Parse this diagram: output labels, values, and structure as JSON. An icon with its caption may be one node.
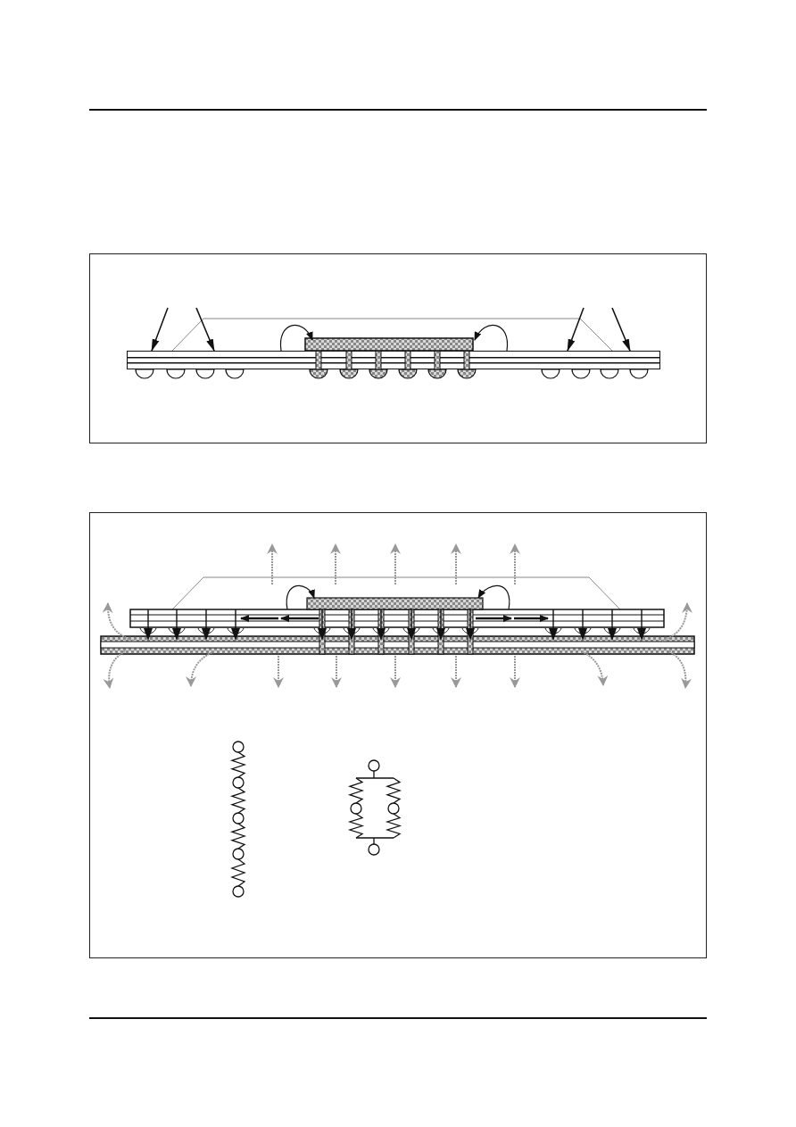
{
  "diagram": {
    "nodes": [
      {
        "text": [],
        "shape": "box"
      },
      {
        "text": [],
        "shape": "bar",
        "in": 0
      },
      {
        "text": [],
        "shape": "box"
      }
    ],
    "edges": [
      {
        "from": null,
        "to": 1,
        "arrow": "to"
      },
      {
        "from": null,
        "to": 1,
        "arrow": "to"
      },
      {
        "from": null,
        "to": 1,
        "arrow": "to"
      },
      {
        "from": null,
        "to": 1,
        "arrow": "to"
      }
    ]
  }
}
